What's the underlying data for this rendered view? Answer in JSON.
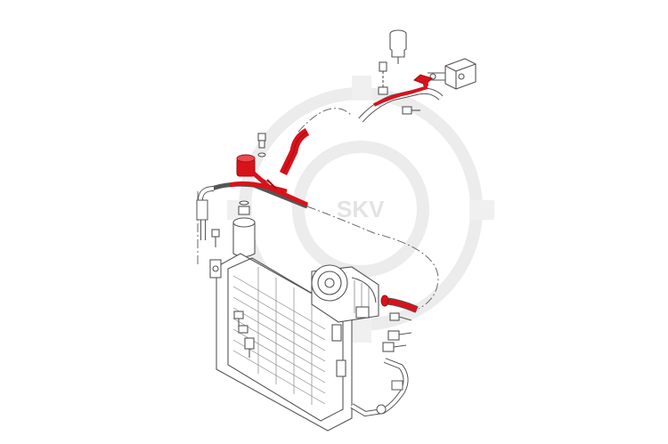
{
  "watermark": {
    "text": "SKV",
    "color": "#e6e6e6"
  },
  "colors": {
    "line": "#5a5a5a",
    "highlight": "#d8121b",
    "highlight_dark": "#a40d14",
    "part_fill": "#ffffff",
    "background": "#ffffff"
  },
  "components": [
    {
      "name": "pressure-switch",
      "highlighted": false
    },
    {
      "name": "connector-block",
      "highlighted": false
    },
    {
      "name": "upper-refrigerant-line",
      "highlighted": true
    },
    {
      "name": "manifold-pipe",
      "highlighted": true
    },
    {
      "name": "receiver-drier",
      "highlighted": false
    },
    {
      "name": "condenser",
      "highlighted": false
    },
    {
      "name": "compressor",
      "highlighted": false
    },
    {
      "name": "suction-hose-end",
      "highlighted": true
    },
    {
      "name": "lower-refrigerant-line",
      "highlighted": false
    }
  ]
}
